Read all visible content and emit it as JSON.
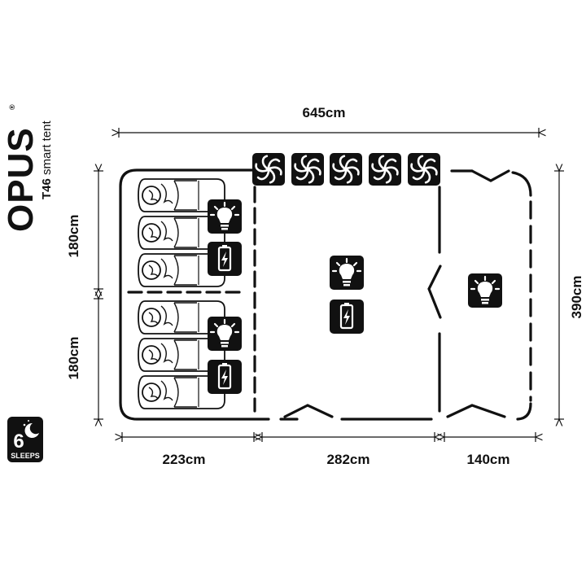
{
  "brand": {
    "logo": "OPUS",
    "registered_mark": "®",
    "model": "T46",
    "model_suffix": "smart tent"
  },
  "badge": {
    "sleeps_number": "6",
    "sleeps_label": "SLEEPS",
    "icon": "moon-stars-icon"
  },
  "dimensions": {
    "total_width": "645cm",
    "bedroom_width": "223cm",
    "living_width": "282cm",
    "porch_width": "140cm",
    "bedroom_upper_depth": "180cm",
    "bedroom_lower_depth": "180cm",
    "total_depth": "390cm"
  },
  "icons": {
    "fan": "fan-icon",
    "light": "lightbulb-icon",
    "battery": "battery-charging-icon",
    "sleeper": "sleeping-bag-icon"
  },
  "colors": {
    "ink": "#111111",
    "background": "#ffffff"
  }
}
